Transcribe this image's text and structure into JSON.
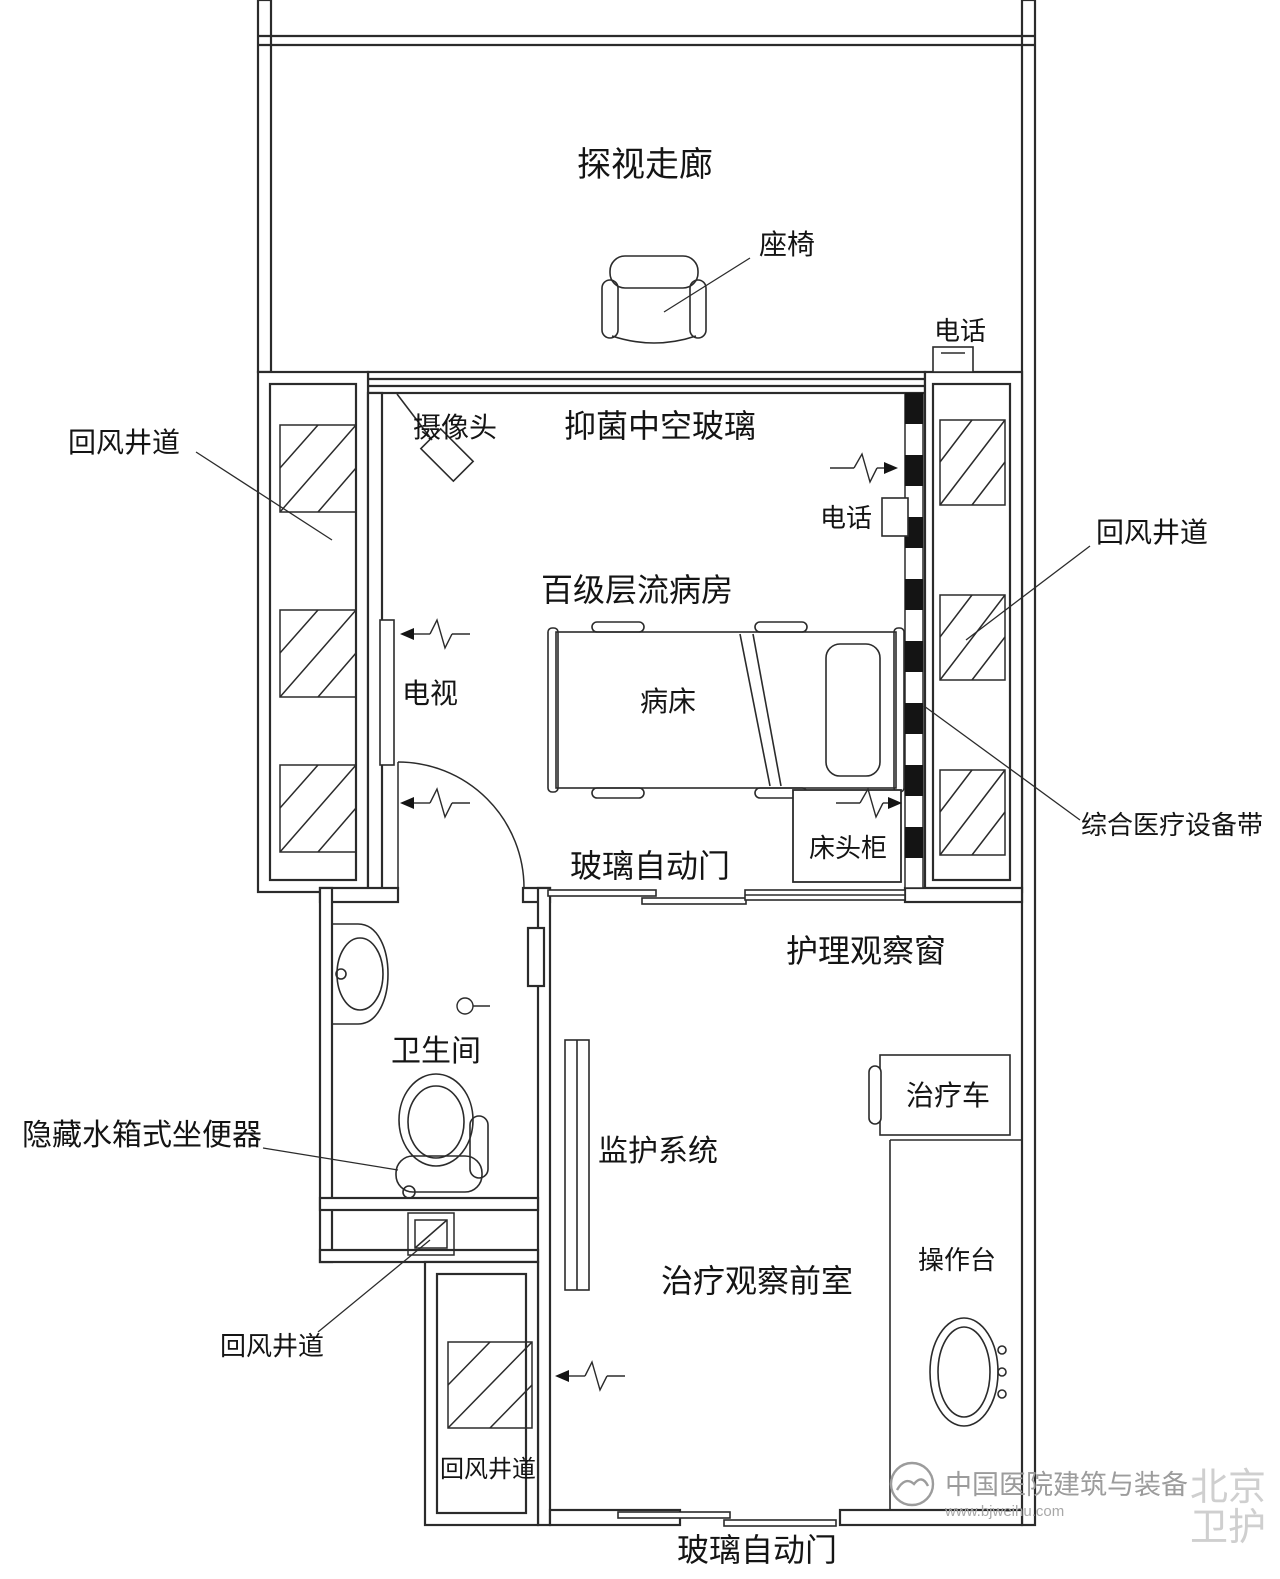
{
  "drawing": {
    "corridor": {
      "label": "探视走廊",
      "seat_label": "座椅",
      "phone_label": "电话"
    },
    "ward": {
      "label": "百级层流病房",
      "camera_label": "摄像头",
      "glass_label": "抑菌中空玻璃",
      "phone_label": "电话",
      "tv_label": "电视",
      "bed_label": "病床",
      "cabinet_label": "床头柜",
      "door_label": "玻璃自动门",
      "belt_label": "综合医疗设备带",
      "window_label": "护理观察窗"
    },
    "shafts": {
      "left_label": "回风井道",
      "right_label": "回风井道",
      "mid_label": "回风井道",
      "bottom_label": "回风井道"
    },
    "bathroom": {
      "label": "卫生间",
      "toilet_label": "隐藏水箱式坐便器"
    },
    "anteroom": {
      "label": "治疗观察前室",
      "monitor_label": "监护系统",
      "cart_label": "治疗车",
      "counter_label": "操作台",
      "door_label": "玻璃自动门"
    }
  },
  "watermark": {
    "publisher": "中国医院建筑与装备",
    "website": "www.bjweihu.com",
    "brand_top": "北京",
    "brand_bottom": "卫护"
  },
  "colors": {
    "line": "#2b2b2b",
    "text": "#141414",
    "equipment_belt_black": "#141414",
    "watermark_gray": "#9c9c9c",
    "watermark_light": "#cfcfcf",
    "background": "#ffffff"
  }
}
